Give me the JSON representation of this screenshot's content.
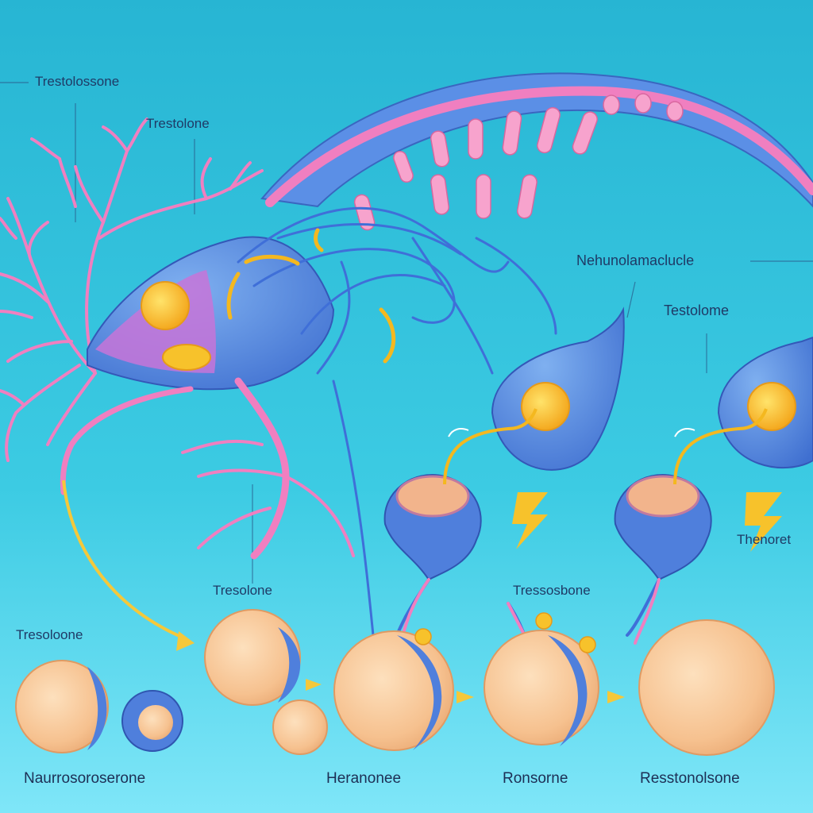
{
  "labels": {
    "top_left": "Trestolossone",
    "upper": "Trestolone",
    "right_mid": "Nehunolamaclucle",
    "right_upper": "Testolome",
    "center_left": "Tresolone",
    "far_left": "Tresoloone",
    "center": "Tressosbone",
    "right_edge": "Thenoret"
  },
  "bottom_labels": [
    "Naurrosoroserone",
    "Heranonee",
    "Ronsorne",
    "Resstonolsone"
  ],
  "colors": {
    "background_top": "#27b5d3",
    "background_bottom": "#7fe6f8",
    "nerve_pink": "#f07fc0",
    "body_blue": "#4a86e0",
    "cell_peach": "#f6c79b",
    "nucleus_yellow": "#f7c22b",
    "arrow_yellow": "#f5c83a",
    "label_text": "#1f3a66"
  },
  "icons": [
    "lightning-bolt-icon",
    "yellow-arrow-icon",
    "curl-arrow-icon"
  ]
}
